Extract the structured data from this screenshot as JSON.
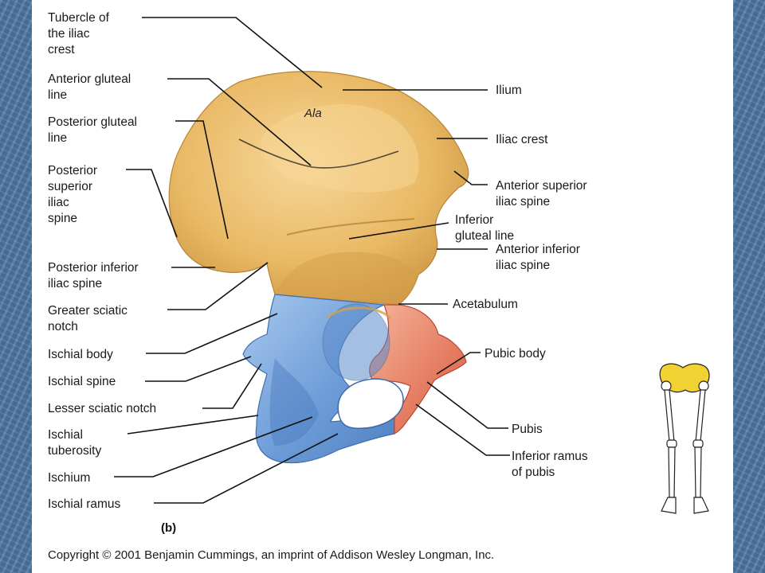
{
  "labels": {
    "tubercle_iliac_crest": [
      "Tubercle of",
      "the iliac",
      "crest"
    ],
    "anterior_gluteal_line": [
      "Anterior gluteal",
      "line"
    ],
    "posterior_gluteal_line": [
      "Posterior gluteal",
      "line"
    ],
    "posterior_superior_iliac_spine": [
      "Posterior",
      "superior",
      "iliac",
      "spine"
    ],
    "posterior_inferior_iliac_spine": [
      "Posterior inferior",
      "iliac spine"
    ],
    "greater_sciatic_notch": [
      "Greater sciatic",
      "notch"
    ],
    "ischial_body": [
      "Ischial body"
    ],
    "ischial_spine": [
      "Ischial spine"
    ],
    "lesser_sciatic_notch": [
      "Lesser sciatic notch"
    ],
    "ischial_tuberosity": [
      "Ischial",
      "tuberosity"
    ],
    "ischium": [
      "Ischium"
    ],
    "ischial_ramus": [
      "Ischial ramus"
    ],
    "ilium": [
      "Ilium"
    ],
    "iliac_crest": [
      "Iliac crest"
    ],
    "anterior_superior_iliac_spine": [
      "Anterior superior",
      "iliac spine"
    ],
    "inferior_gluteal_line": [
      "Inferior",
      "gluteal line"
    ],
    "anterior_inferior_iliac_spine": [
      "Anterior inferior",
      "iliac spine"
    ],
    "acetabulum": [
      "Acetabulum"
    ],
    "pubic_body": [
      "Pubic body"
    ],
    "pubis": [
      "Pubis"
    ],
    "inferior_ramus_pubis": [
      "Inferior ramus",
      "of pubis"
    ]
  },
  "ala_label": "Ala",
  "part_label": "(b)",
  "copyright": "Copyright © 2001 Benjamin Cummings, an imprint of Addison Wesley Longman, Inc.",
  "colors": {
    "ilium": "#e8b866",
    "ischium": "#7ea9dc",
    "pubis": "#e57d62",
    "background": "#4e75a3",
    "panel": "#ffffff"
  }
}
